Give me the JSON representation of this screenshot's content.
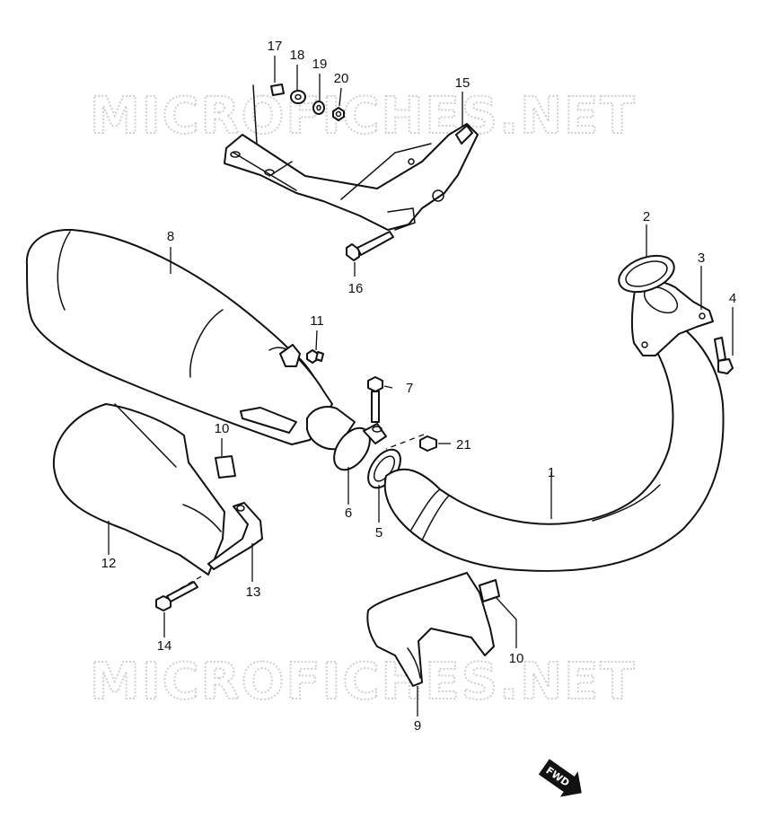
{
  "watermark": {
    "text": "MICROFICHES.NET"
  },
  "direction_badge": {
    "text": "FWD"
  },
  "callouts": {
    "c1": "1",
    "c2": "2",
    "c3": "3",
    "c4": "4",
    "c5": "5",
    "c6": "6",
    "c7": "7",
    "c8": "8",
    "c9": "9",
    "c10a": "10",
    "c10b": "10",
    "c11": "11",
    "c12": "12",
    "c13": "13",
    "c14": "14",
    "c15": "15",
    "c16": "16",
    "c17": "17",
    "c18": "18",
    "c19": "19",
    "c20": "20",
    "c21": "21"
  }
}
